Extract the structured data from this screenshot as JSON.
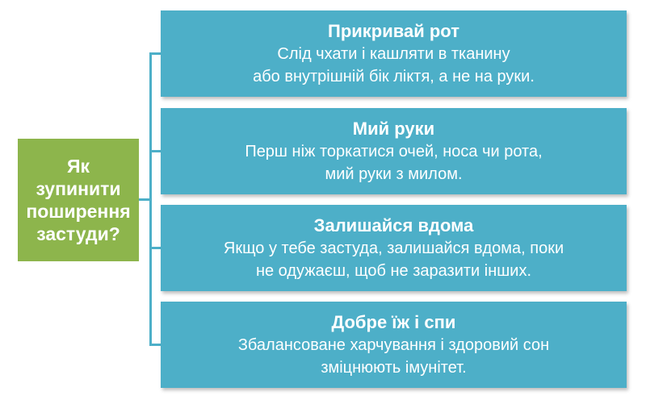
{
  "root": {
    "label_lines": [
      "Як",
      "зупинити",
      "поширення",
      "застуди?"
    ]
  },
  "colors": {
    "root": "#8db54c",
    "box": "#4dafc8",
    "text": "#ffffff"
  },
  "boxes": [
    {
      "title": "Прикривай рот",
      "text": "Слід чхати і кашляти в тканину\nабо внутрішній бік ліктя, а не на руки."
    },
    {
      "title": "Мий руки",
      "text": "Перш ніж торкатися очей, носа чи рота,\nмий руки з милом."
    },
    {
      "title": "Залишайся вдома",
      "text": "Якщо у тебе застуда, залишайся вдома, поки\nне одужаєш, щоб не заразити інших."
    },
    {
      "title": "Добре їж і спи",
      "text": "Збалансоване харчування і здоровий сон\nзміцнюють імунітет."
    }
  ]
}
